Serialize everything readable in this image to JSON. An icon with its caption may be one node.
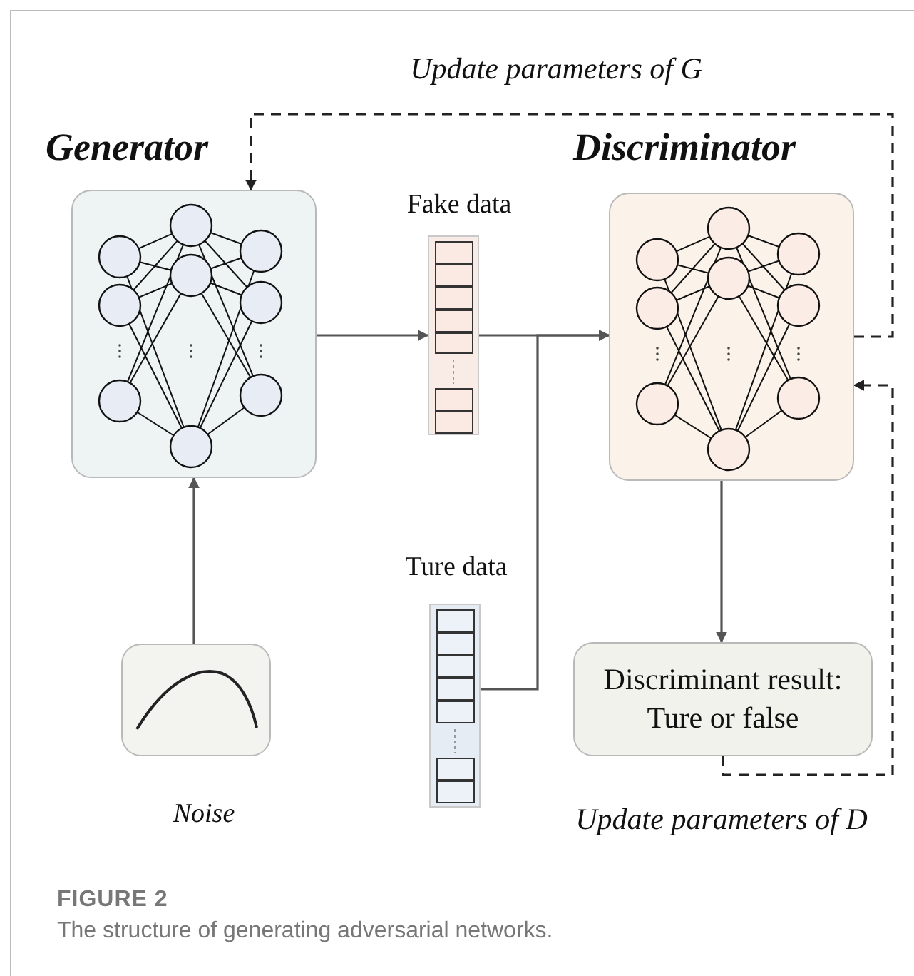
{
  "diagram": {
    "caption": "The structure of generating adversarial networks.",
    "nodes": [
      {
        "text": [
          "Generator"
        ]
      },
      {
        "text": [
          "Fake data"
        ]
      },
      {
        "text": [
          "Discriminator"
        ]
      },
      {
        "text": [
          "Noise"
        ]
      },
      {
        "text": [
          "Ture data"
        ]
      },
      {
        "text": [
          "Discriminant result: Ture or false"
        ]
      }
    ],
    "edges": [
      {
        "from": 0,
        "to": 1,
        "arrow": "to"
      },
      {
        "from": 1,
        "to": 2,
        "arrow": "to"
      },
      {
        "from": 4,
        "to": 2,
        "arrow": "to"
      },
      {
        "from": 3,
        "to": 0,
        "arrow": "to"
      },
      {
        "from": 2,
        "to": 5,
        "arrow": "to"
      },
      {
        "from": 2,
        "to": 0,
        "arrow": "to",
        "style": "dashed",
        "label": "Update parameters of G"
      },
      {
        "from": 5,
        "to": 2,
        "arrow": "to",
        "style": "dashed",
        "label": "Update parameters of D"
      }
    ],
    "labels": [
      "FIGURE 2"
    ]
  }
}
